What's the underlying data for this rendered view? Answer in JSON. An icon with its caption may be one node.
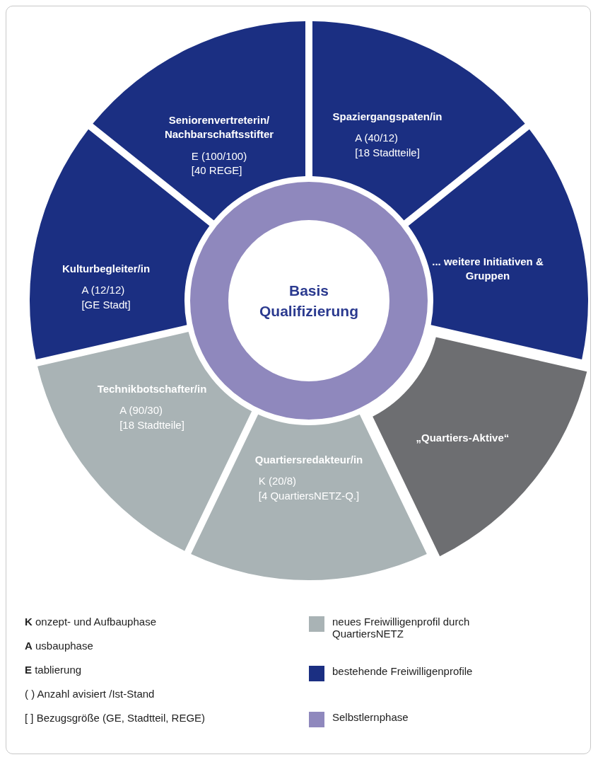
{
  "diagram": {
    "nodes": [
      {
        "text": [
          "Basis Qualifizierung"
        ]
      },
      {
        "text": [
          "Seniorenvertreterin/ Nachbarschaftsstifter",
          "E (100/100)",
          "[40 REGE]"
        ]
      },
      {
        "text": [
          "Spaziergangspaten/in",
          "A (40/12)",
          "[18 Stadtteile]"
        ]
      },
      {
        "text": [
          "Kulturbegleiter/in",
          "A (12/12)",
          "[GE Stadt]"
        ]
      },
      {
        "text": [
          "... weitere Initiativen & Gruppen"
        ]
      },
      {
        "text": [
          "Technikbotschafter/in",
          "A (90/30)",
          "[18 Stadtteile]"
        ]
      },
      {
        "text": [
          "„Quartiers-Aktive“"
        ]
      },
      {
        "text": [
          "Quartiersredakteur/in",
          "K (20/8)",
          "[4 QuartiersNETZ-Q.]"
        ]
      }
    ],
    "labels": [
      "**K** onzept- und Aufbauphase",
      "**A** usbauphase",
      "**E** tablierung",
      "( ) Anzahl avisiert /Ist-Stand",
      "[ ] Bezugsgröße (GE, Stadtteil, REGE)"
    ],
    "legend": [
      {
        "text": "neues Freiwilligenprofil durch QuartiersNETZ",
        "color": "#a9b3b5"
      },
      {
        "text": "bestehende Freiwilligenprofile",
        "color": "#1b2f82"
      },
      {
        "text": "Selbstlernphase",
        "color": "#8f88bd"
      }
    ]
  }
}
